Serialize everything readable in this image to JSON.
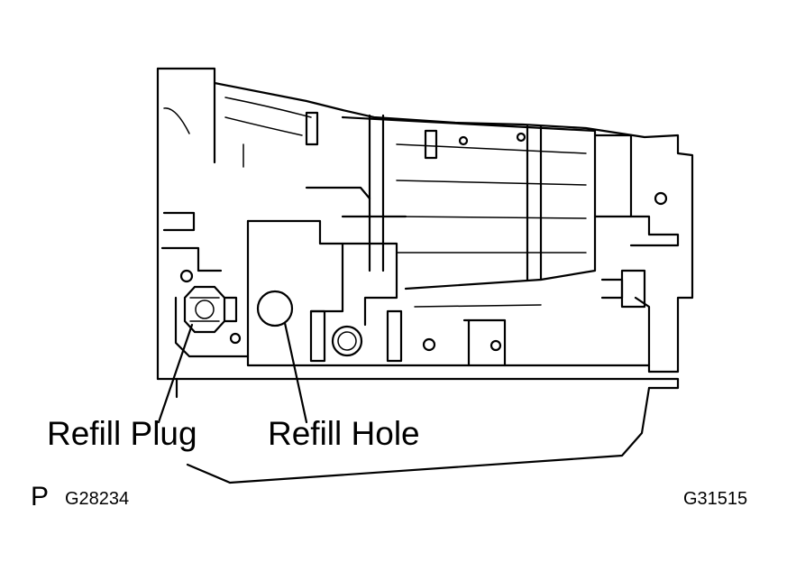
{
  "labels": {
    "refill_plug": "Refill Plug",
    "refill_hole": "Refill Hole",
    "p_mark": "P",
    "code_left": "G28234",
    "code_right": "G31515"
  },
  "colors": {
    "line": "#000000",
    "background": "#ffffff"
  }
}
